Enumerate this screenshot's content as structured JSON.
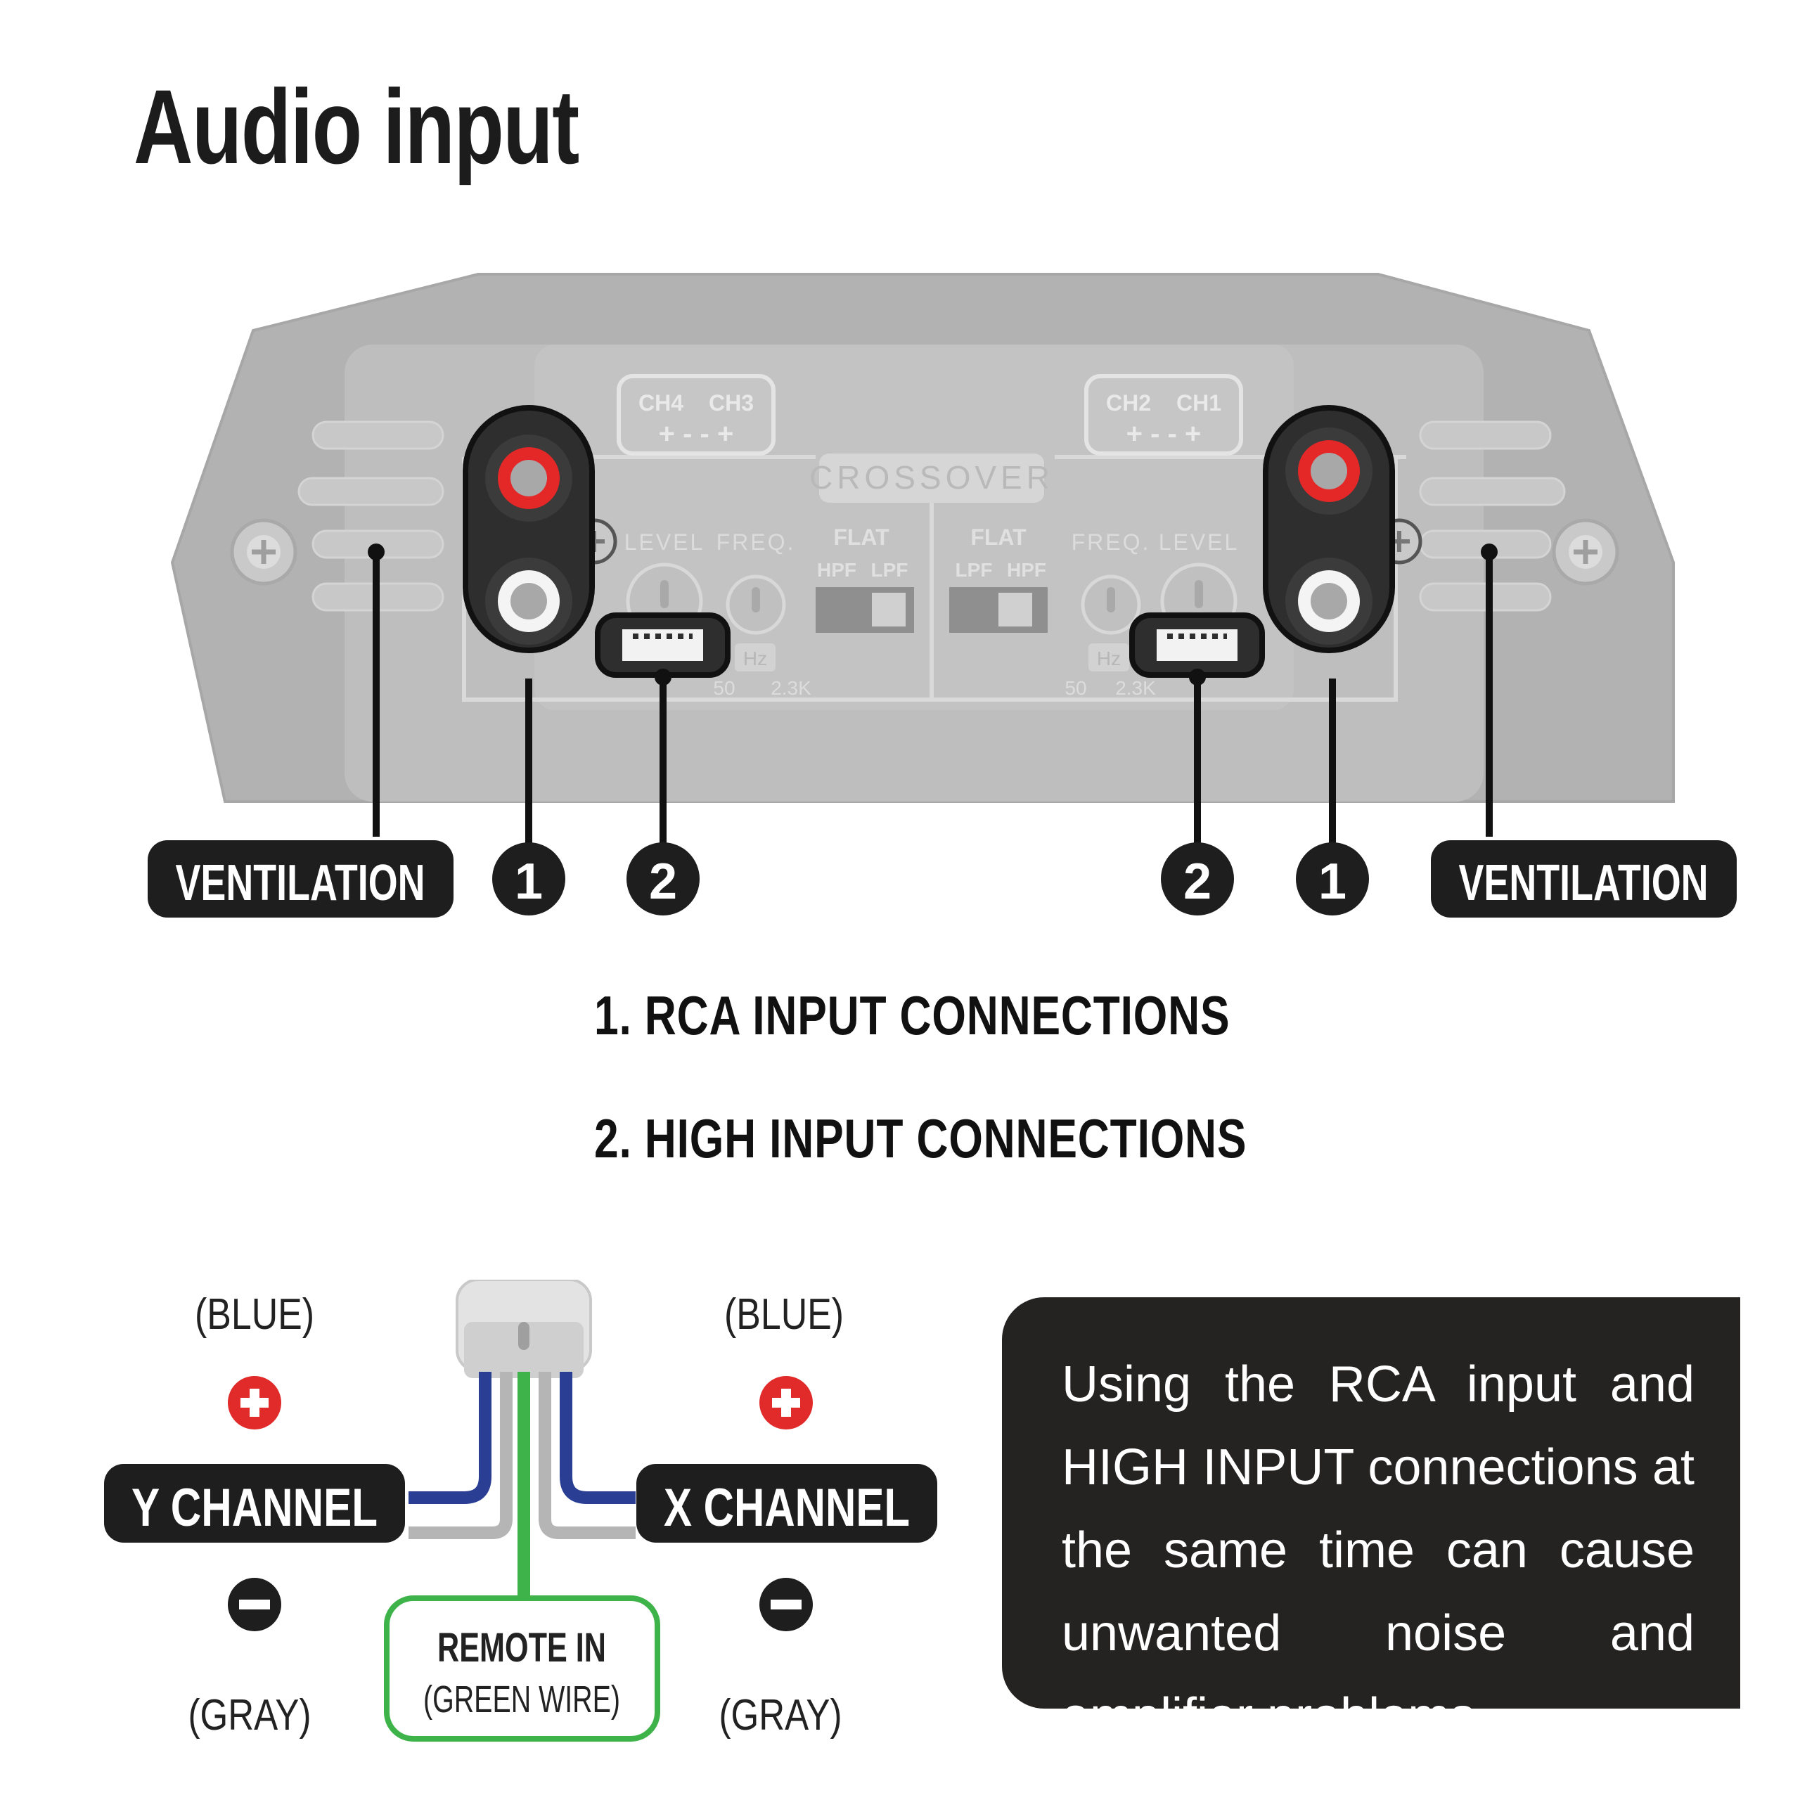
{
  "title": "Audio input",
  "amp_panel": {
    "ch4_label": "CH4",
    "ch3_label": "CH3",
    "ch2_label": "CH2",
    "ch1_label": "CH1",
    "terminal_signs": "+ - - +",
    "crossover_label": "CROSSOVER",
    "level_label": "LEVEL",
    "freq_label": "FREQ.",
    "hz_label": "Hz",
    "freq_min": "50",
    "freq_max": "2.3K",
    "left_switch_top": "FLAT",
    "left_switch_bottom_a": "HPF",
    "left_switch_bottom_b": "LPF",
    "right_switch_top": "FLAT",
    "right_switch_bottom_a": "LPF",
    "right_switch_bottom_b": "HPF"
  },
  "callouts": {
    "ventilation_left": "VENTILATION",
    "ventilation_right": "VENTILATION",
    "badge_1": "1",
    "badge_2": "2"
  },
  "legend": {
    "item1": "1. RCA INPUT CONNECTIONS",
    "item2": "2. HIGH INPUT CONNECTIONS"
  },
  "wiring": {
    "left_top_color": "(BLUE)",
    "left_bottom_color": "(GRAY)",
    "right_top_color": "(BLUE)",
    "right_bottom_color": "(GRAY)",
    "y_channel": "Y CHANNEL",
    "x_channel": "X CHANNEL",
    "remote_title": "REMOTE IN",
    "remote_sub": "(GREEN WIRE)",
    "colors": {
      "blue": "#2a3f94",
      "gray": "#b5b5b5",
      "green": "#3db34a",
      "plus": "#e12a2a"
    }
  },
  "note": {
    "text": "Using the RCA input and HIGH INPUT connections at the same time can cause unwanted noise and amplifier problems."
  }
}
